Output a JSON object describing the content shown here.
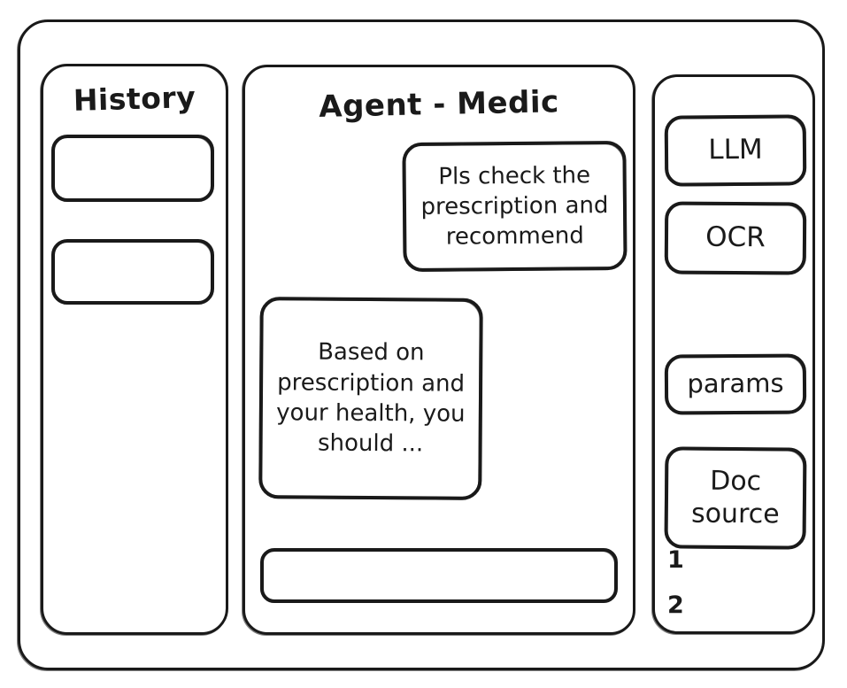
{
  "window": {
    "frame_label": "app-window"
  },
  "history": {
    "title": "History",
    "items": [
      {
        "label": ""
      },
      {
        "label": ""
      }
    ]
  },
  "chat": {
    "title": "Agent - Medic",
    "messages": [
      {
        "role": "user",
        "text": "Pls check the prescription and recommend"
      },
      {
        "role": "agent",
        "text": "Based on prescription and your health, you should ..."
      }
    ],
    "composer": {
      "value": "",
      "placeholder": ""
    }
  },
  "tools": {
    "buttons": [
      {
        "label": "LLM"
      },
      {
        "label": "OCR"
      },
      {
        "label": "params"
      },
      {
        "label": "Doc source"
      }
    ],
    "source_refs": [
      {
        "label": "1"
      },
      {
        "label": "2"
      }
    ]
  },
  "style": {
    "stroke_color": "#1a1a1a",
    "background_color": "#ffffff"
  }
}
